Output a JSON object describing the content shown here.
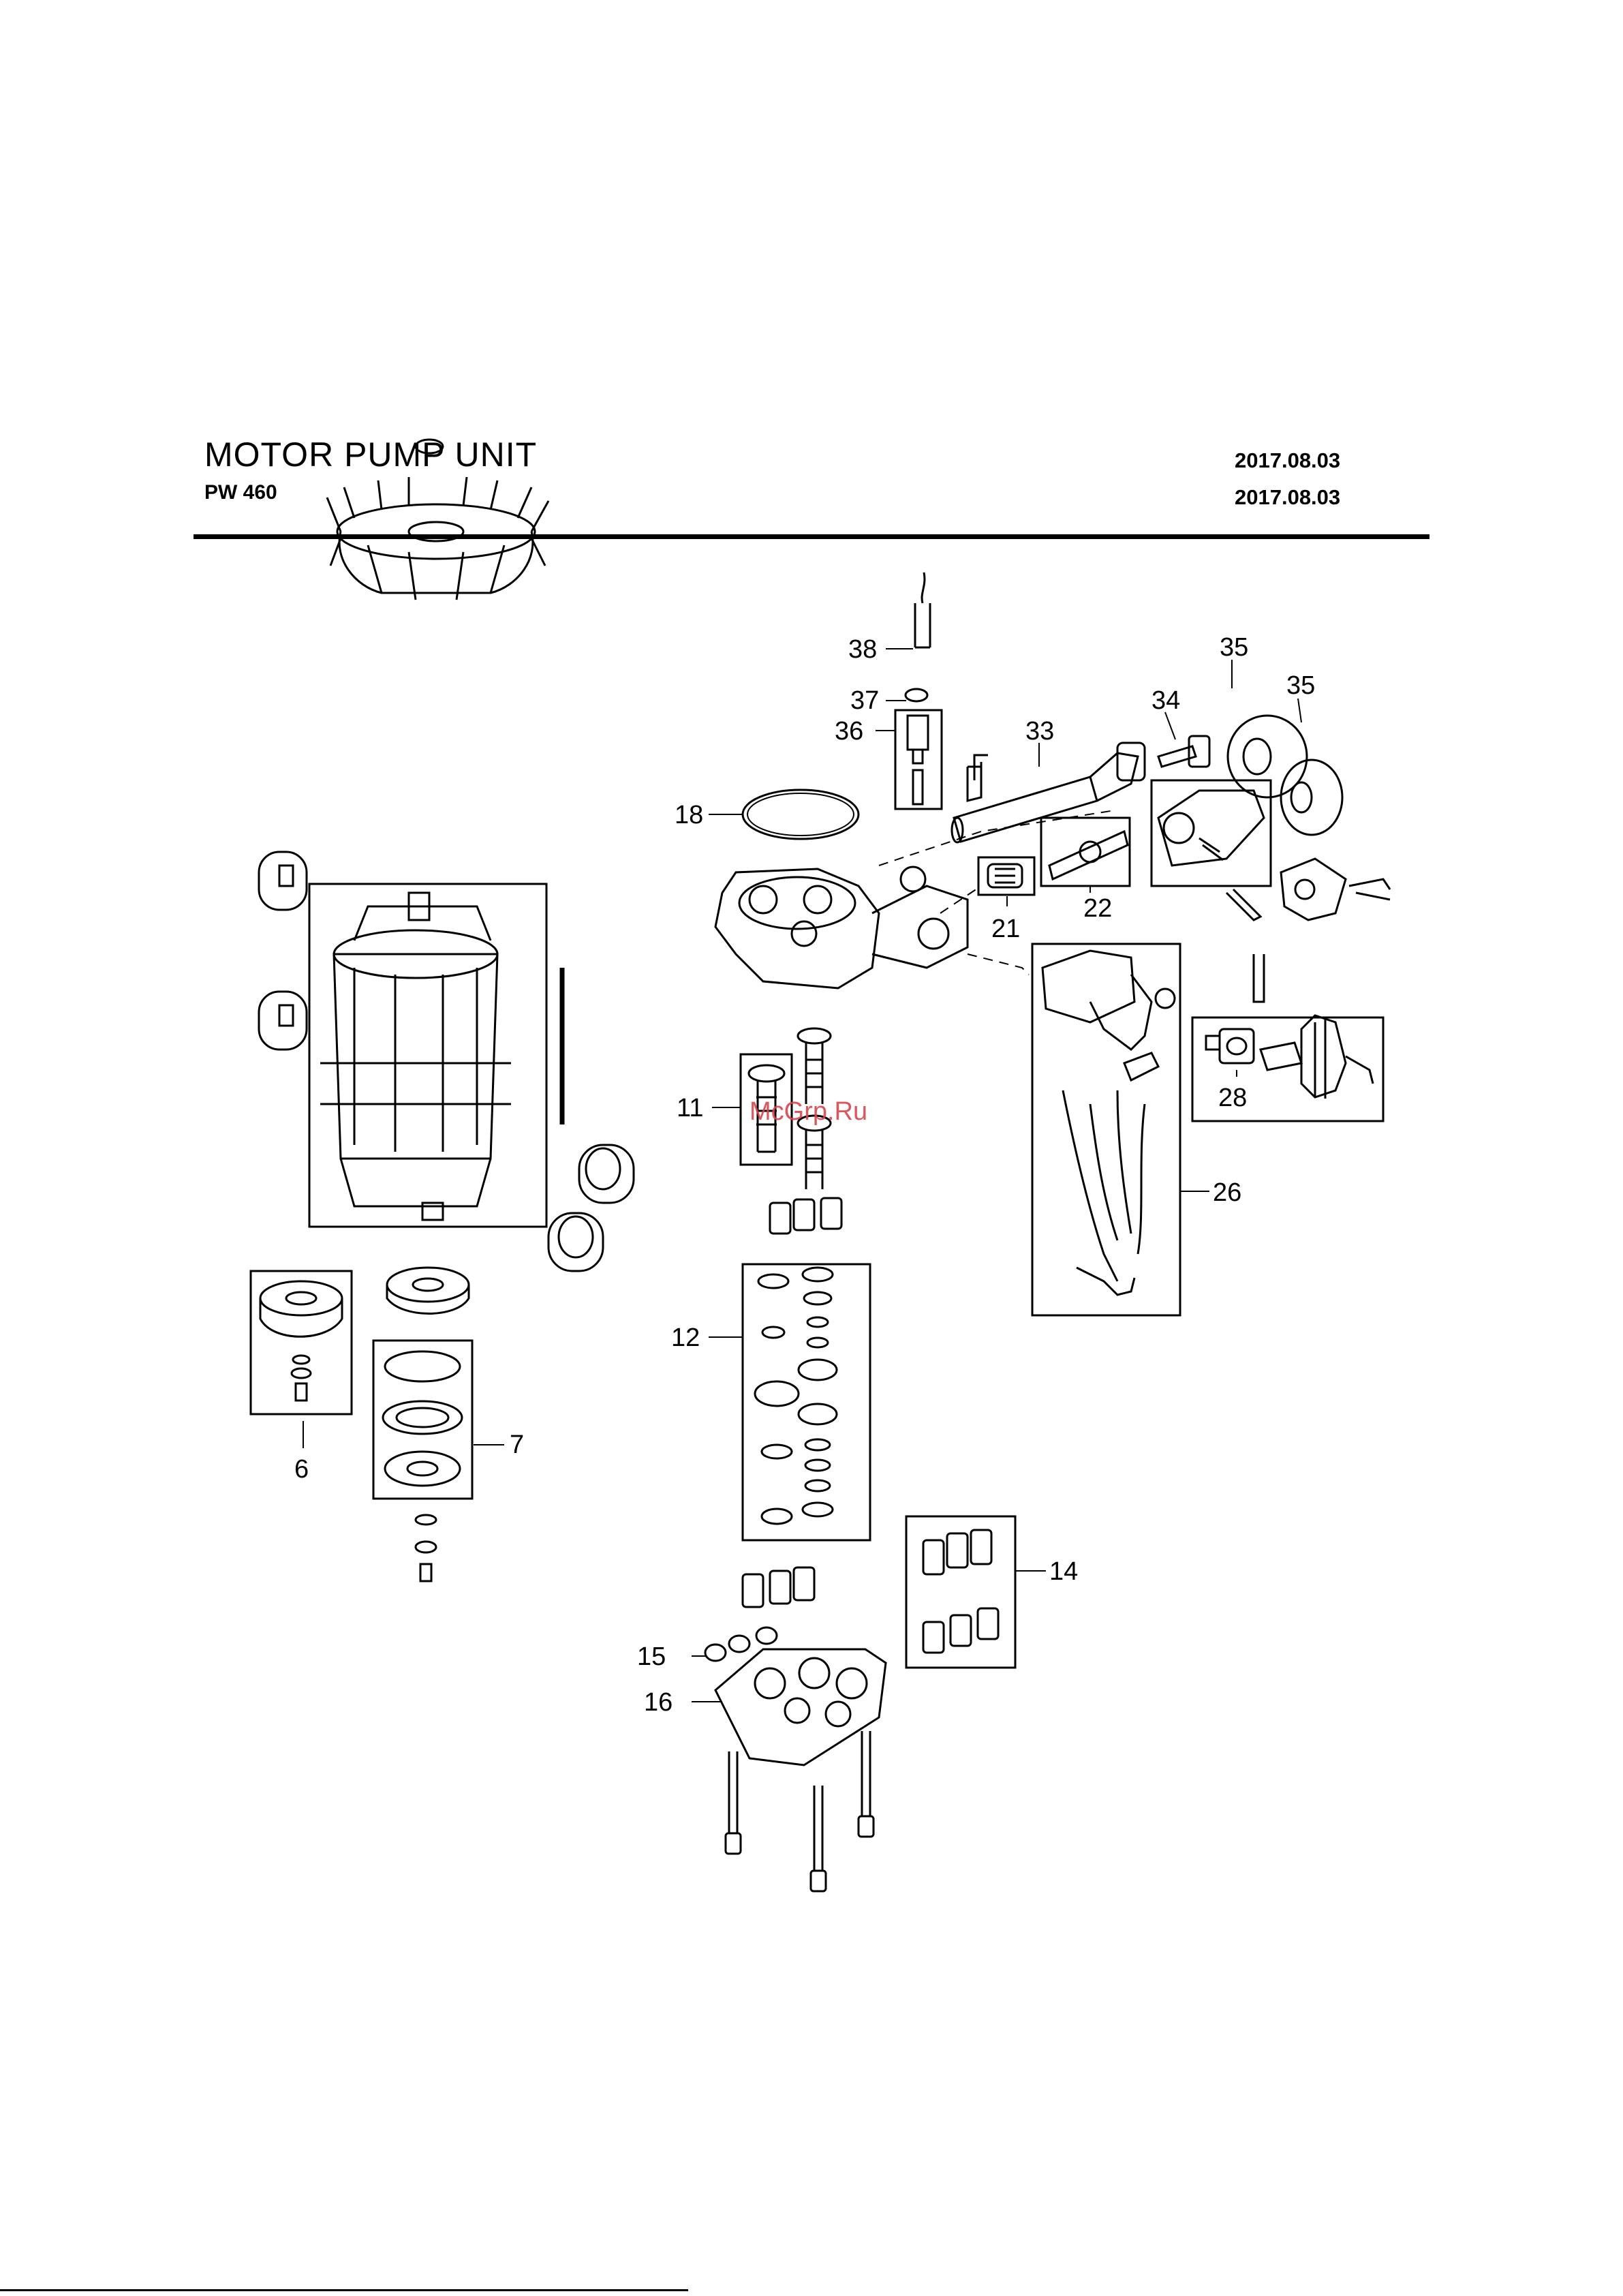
{
  "header": {
    "title": "MOTOR PUMP UNIT",
    "model": "PW 460",
    "date_primary": "2017.08.03",
    "date_secondary": "2017.08.03"
  },
  "watermark": "McGrp.Ru",
  "callouts": {
    "c6": "6",
    "c7": "7",
    "c11": "11",
    "c12": "12",
    "c14": "14",
    "c15": "15",
    "c16": "16",
    "c18": "18",
    "c21": "21",
    "c22": "22",
    "c26": "26",
    "c28": "28",
    "c33": "33",
    "c34": "34",
    "c35a": "35",
    "c35b": "35",
    "c36": "36",
    "c37": "37",
    "c38": "38"
  }
}
